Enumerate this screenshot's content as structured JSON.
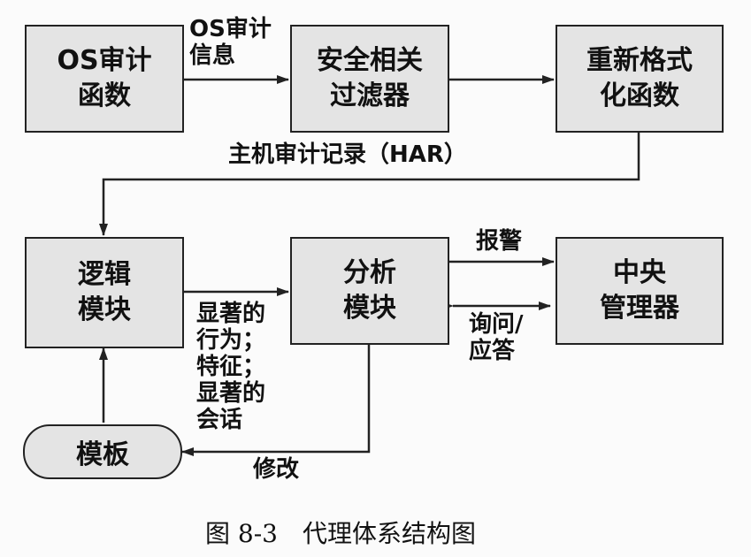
{
  "nodes": {
    "os_audit_func": [
      "OS审计",
      "函数"
    ],
    "security_filter": [
      "安全相关",
      "过滤器"
    ],
    "reformat_func": [
      "重新格式",
      "化函数"
    ],
    "logic_module": [
      "逻辑",
      "模块"
    ],
    "analysis_module": [
      "分析",
      "模块"
    ],
    "central_manager": [
      "中央",
      "管理器"
    ],
    "template": "模板"
  },
  "edges": {
    "os_audit_info": [
      "OS审计",
      "信息"
    ],
    "har": "主机审计记录（HAR）",
    "alarm": "报警",
    "query_reply": [
      "询问/",
      "应答"
    ],
    "features": [
      "显著的",
      "行为；",
      "特征；",
      "显著的",
      "会话"
    ],
    "modify": "修改"
  },
  "caption": {
    "figure_no": "图 8-3",
    "title": "代理体系结构图"
  }
}
